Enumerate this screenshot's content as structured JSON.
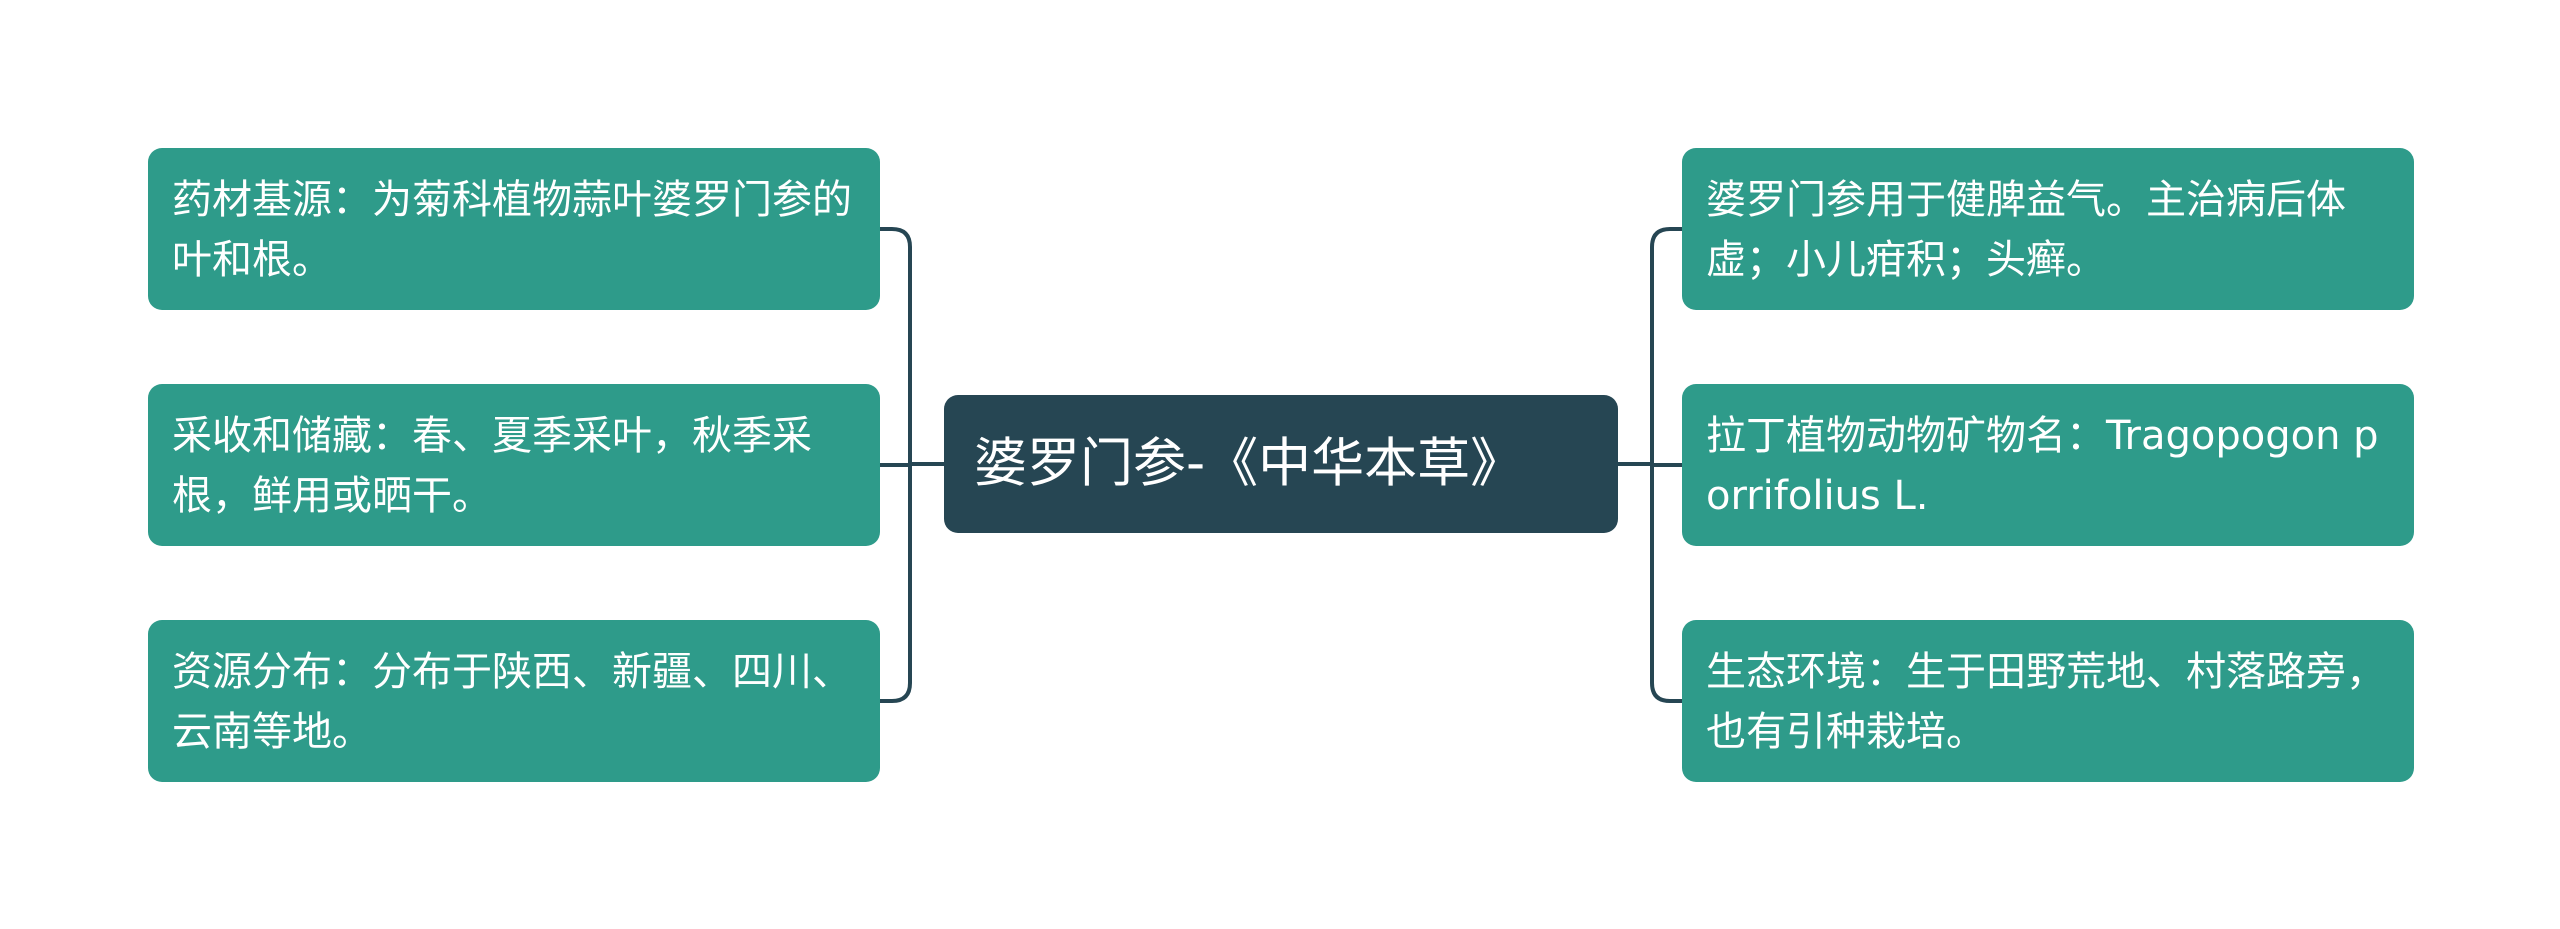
{
  "mindmap": {
    "center": "婆罗门参-《中华本草》",
    "left": [
      "药材基源：为菊科植物蒜叶婆罗门参的叶和根。",
      "采收和储藏：春、夏季采叶，秋季采根，鲜用或晒干。",
      "资源分布：分布于陕西、新疆、四川、云南等地。"
    ],
    "right": [
      "婆罗门参用于健脾益气。主治病后体虚；小儿疳积；头癣。",
      "拉丁植物动物矿物名：Tragopogon porrifolius L.",
      "生态环境：生于田野荒地、村落路旁，也有引种栽培。"
    ]
  },
  "colors": {
    "leaf": "#2e9b8a",
    "center": "#264653",
    "connector": "#264653",
    "text": "#ffffff"
  }
}
